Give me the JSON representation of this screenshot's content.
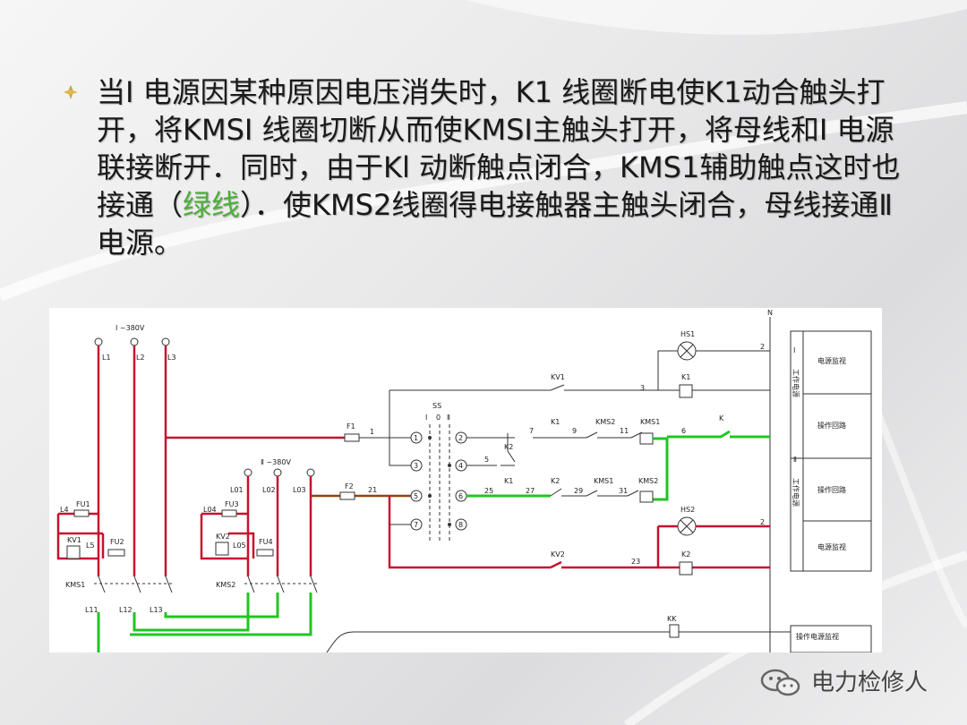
{
  "slide": {
    "paragraph": {
      "part1": "当I 电源因某种原因电压消失时，K1 线圈断电使K1动合触头打开，将KMSI 线圈切断从而使KMSI主触头打开，将母线和I 电源联接断开．同时，由于Kl 动断触点闭合，KMS1辅助触点这时也接通（",
      "green_word": "绿线",
      "part2": "）．使KMS2线圈得电接触器主触头闭合，母线接通Ⅱ电源。"
    },
    "colors": {
      "green_highlight": "#4caf3a",
      "wire_red": "#c8102e",
      "wire_green": "#22c522",
      "wire_brown": "#8b4513"
    },
    "diagram": {
      "source1": "Ⅰ ~380V",
      "source2": "Ⅱ ~380V",
      "n_label": "N",
      "ss_label": "SS",
      "ss_pos1": "Ⅰ",
      "ss_pos0": "0",
      "ss_pos2": "Ⅱ",
      "lines_a": [
        "L1",
        "L2",
        "L3"
      ],
      "lines_b": [
        "L01",
        "L02",
        "L03"
      ],
      "fu1": "FU1",
      "fu2": "FU2",
      "fu3": "FU3",
      "fu4": "FU4",
      "l4": "L4",
      "l5": "L5",
      "l04": "L04",
      "l05": "L05",
      "kv1": "KV1",
      "kv2": "KV2",
      "kms1": "KMS1",
      "kms2": "KMS2",
      "bottom_a": [
        "L11",
        "L12",
        "L13"
      ],
      "f1": "F1",
      "f2": "F2",
      "n1": "1",
      "n21": "21",
      "n2": "2",
      "n3": "3",
      "n5": "5",
      "n6": "6",
      "n7": "7",
      "n9": "9",
      "n11": "11",
      "n23": "23",
      "n25": "25",
      "n27": "27",
      "n29": "29",
      "n31": "31",
      "t1": "1",
      "t2": "2",
      "t3": "3",
      "t4": "4",
      "t5": "5",
      "t6": "6",
      "t7": "7",
      "t8": "8",
      "kv_top": "KV1",
      "kv_bot": "KV2",
      "k1": "K1",
      "k2": "K2",
      "k": "K",
      "kms2_c": "KMS2",
      "kms1_c": "KMS1",
      "kms1_coil": "KMS1",
      "kms2_coil": "KMS2",
      "hs1": "HS1",
      "hs2": "HS2",
      "kk": "KK",
      "side1": "Ⅰ",
      "side_work1": "工作电源",
      "side2": "Ⅱ",
      "side_work2": "工作电源",
      "row1": "电源监视",
      "row2": "操作回路",
      "row3": "操作回路",
      "row4": "电源监视",
      "bottom_box": "操作电源监视"
    }
  },
  "watermark": {
    "text": "电力检修人",
    "icon": "wechat-icon"
  }
}
